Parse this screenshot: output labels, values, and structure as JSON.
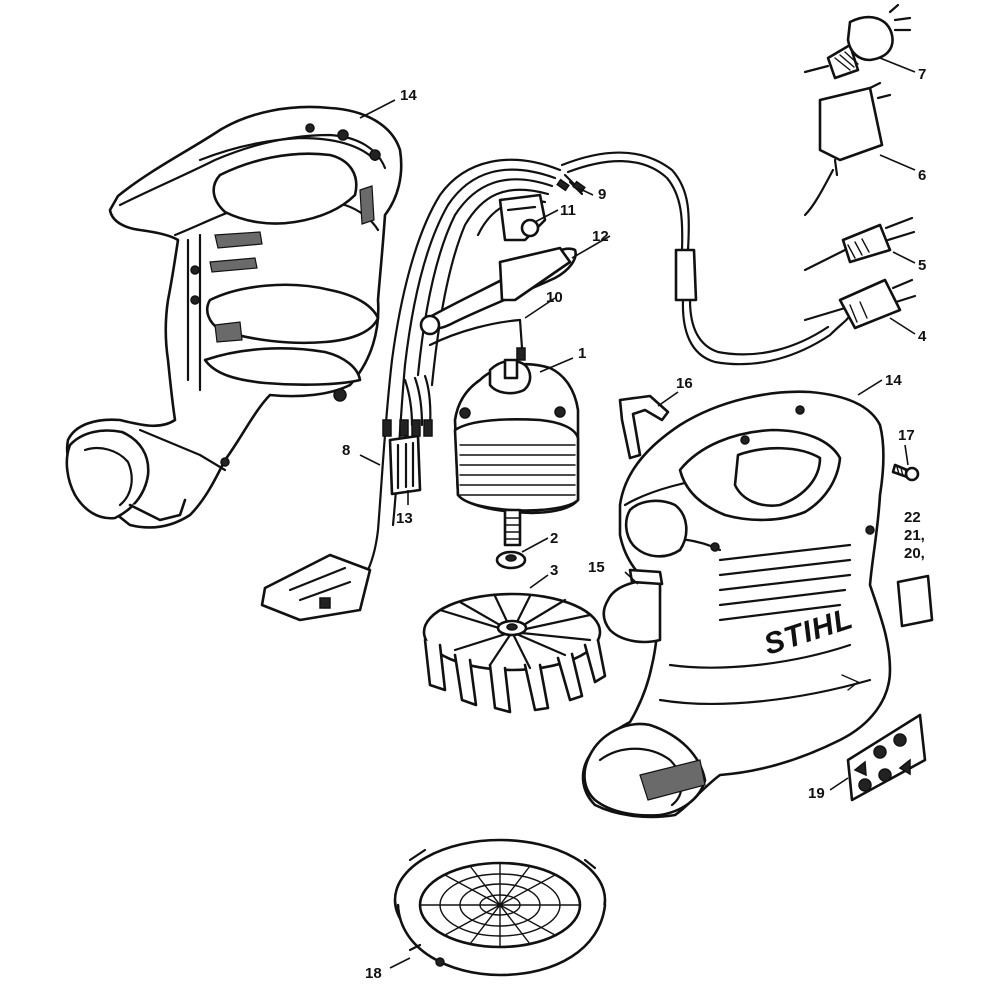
{
  "brand": "STIHL",
  "labels": {
    "p1": "1",
    "p2": "2",
    "p3": "3",
    "p4": "4",
    "p5": "5",
    "p6": "6",
    "p7": "7",
    "p8": "8",
    "p9": "9",
    "p10": "10",
    "p11": "11",
    "p12": "12",
    "p13": "13",
    "p14a": "14",
    "p14b": "14",
    "p15": "15",
    "p16": "16",
    "p17": "17",
    "p18": "18",
    "p19": "19",
    "p20": "20,",
    "p21": "21,",
    "p22": "22"
  }
}
